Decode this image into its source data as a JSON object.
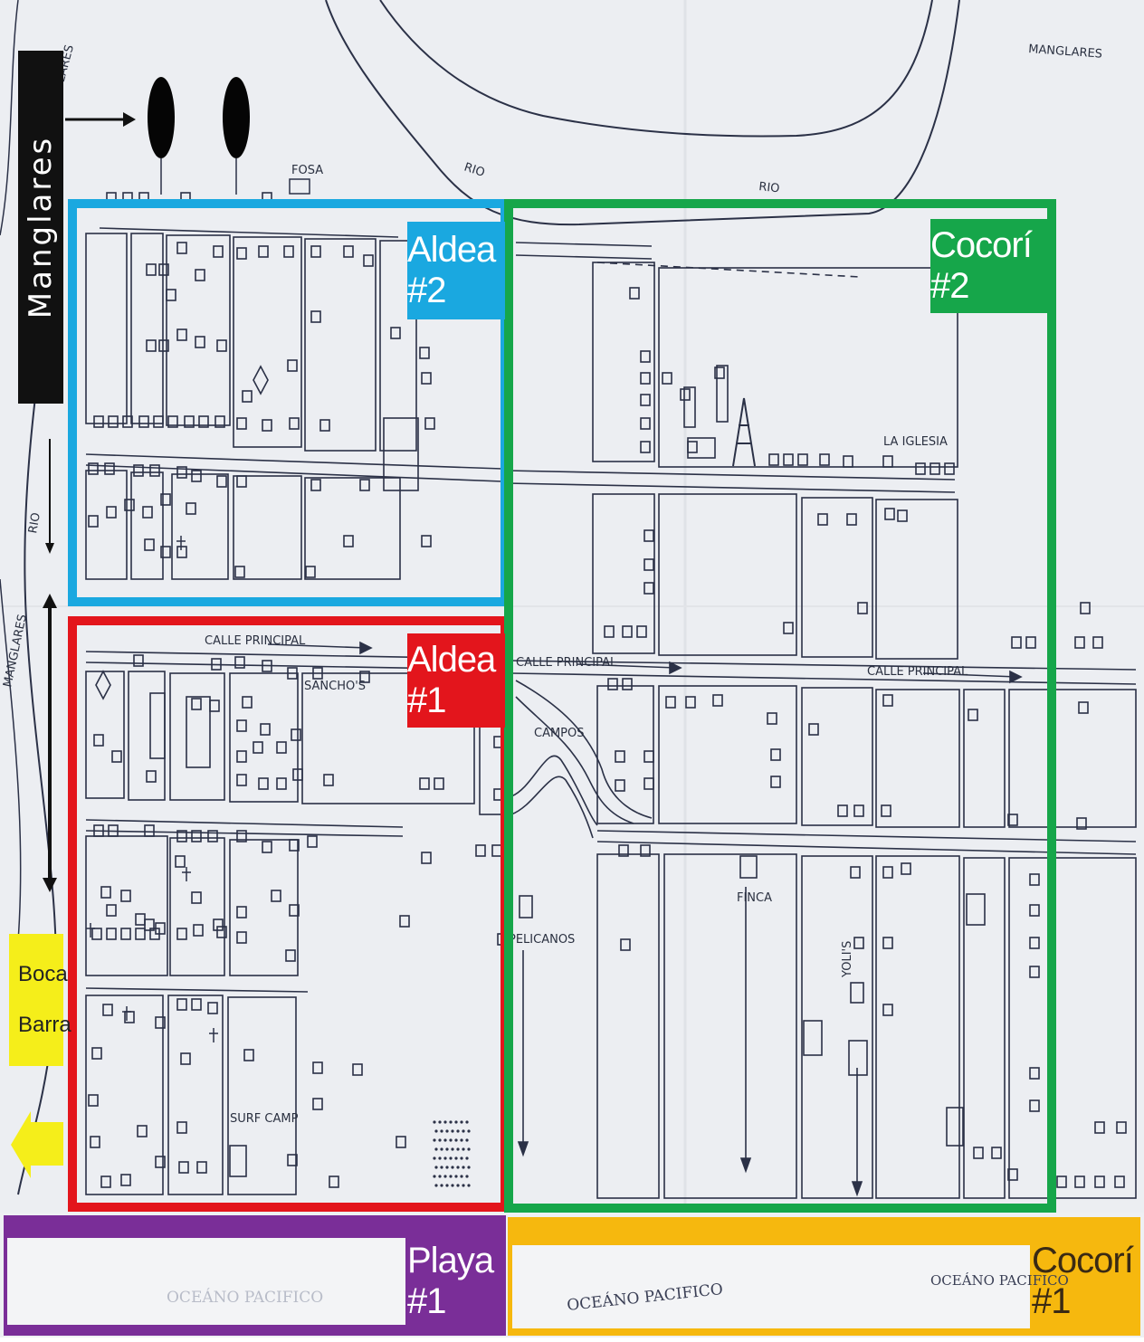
{
  "labels": {
    "manglares_vertical": "Manglares",
    "boca": "Boca",
    "barra": "Barra",
    "aldea2": "Aldea #2",
    "aldea1": "Aldea #1",
    "cocori2": "Cocorí #2",
    "playa1": "Playa #1",
    "cocori1": "Cocorí #1"
  },
  "handwritten": {
    "rio_top": "RIO",
    "rio_mid": "RIO",
    "rio_left": "RIO",
    "manglares_top_left": "MANGLARES",
    "manglares_top_right": "MANGLARES",
    "manglares_left": "MANGLARES",
    "fosa": "FOSA",
    "calle_principal_1": "CALLE PRINCIPAL",
    "calle_principal_2": "CALLE PRINCIPAL",
    "calle_principal_3": "CALLE PRINCIPAL",
    "campos": "CAMPOS",
    "pelicanos": "PELICANOS",
    "finca": "FINCA",
    "oceano_1": "OCEÁNO PACIFICO",
    "oceano_2": "OCEÁNO PACIFICO",
    "oceano_3": "OCEÁNO PACIFICO",
    "la_iglesia": "LA IGLESIA",
    "sancho": "SANCHO'S",
    "surf_camp": "SURF CAMP",
    "yoli": "YOLI'S"
  },
  "colors": {
    "aldea2": "#1aa8e0",
    "aldea1": "#e3151c",
    "cocori2": "#16a64a",
    "playa1": "#7a2e98",
    "cocori1": "#f6b80e",
    "manglares_bg": "#111111",
    "boca_bg": "#f5ee1a"
  }
}
